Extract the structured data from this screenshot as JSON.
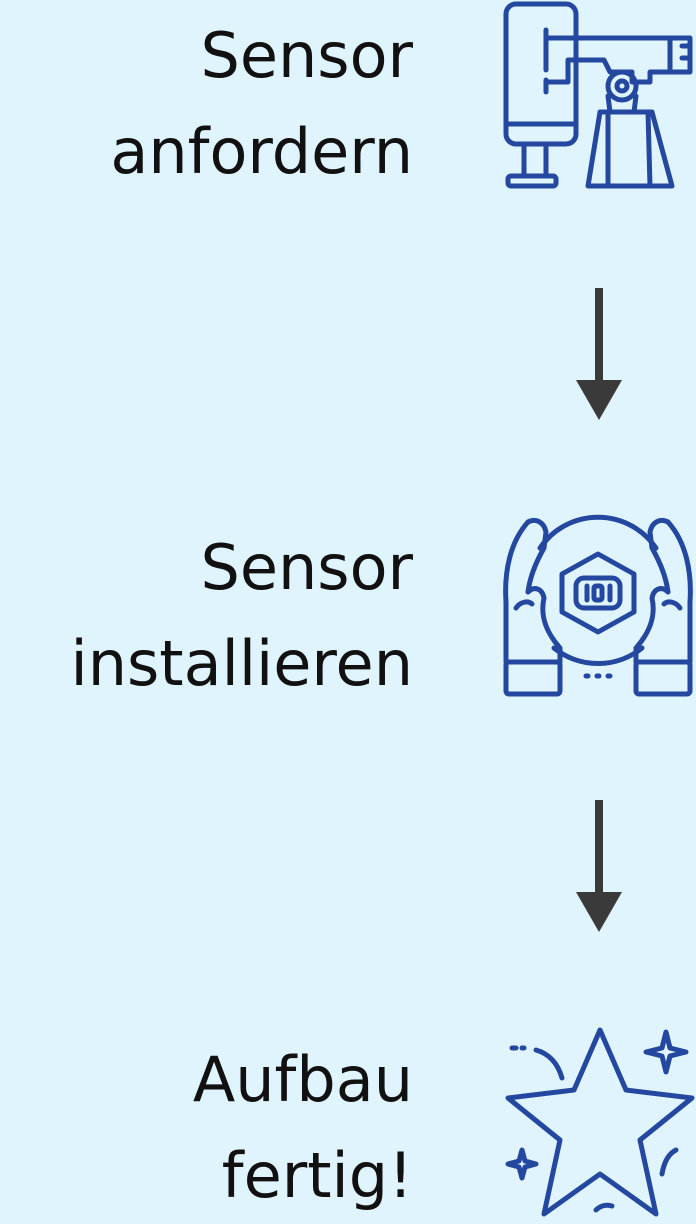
{
  "steps": [
    {
      "line1": "Sensor",
      "line2": "anfordern",
      "icon": "order-package-icon"
    },
    {
      "line1": "Sensor",
      "line2": "installieren",
      "icon": "hands-sensor-icon"
    },
    {
      "line1": "Aufbau",
      "line2": "fertig!",
      "icon": "stars-icon"
    }
  ],
  "colors": {
    "background": "#e0f4fe",
    "icon": "#24489f",
    "arrow": "#3a3a3a",
    "text": "#111111"
  }
}
